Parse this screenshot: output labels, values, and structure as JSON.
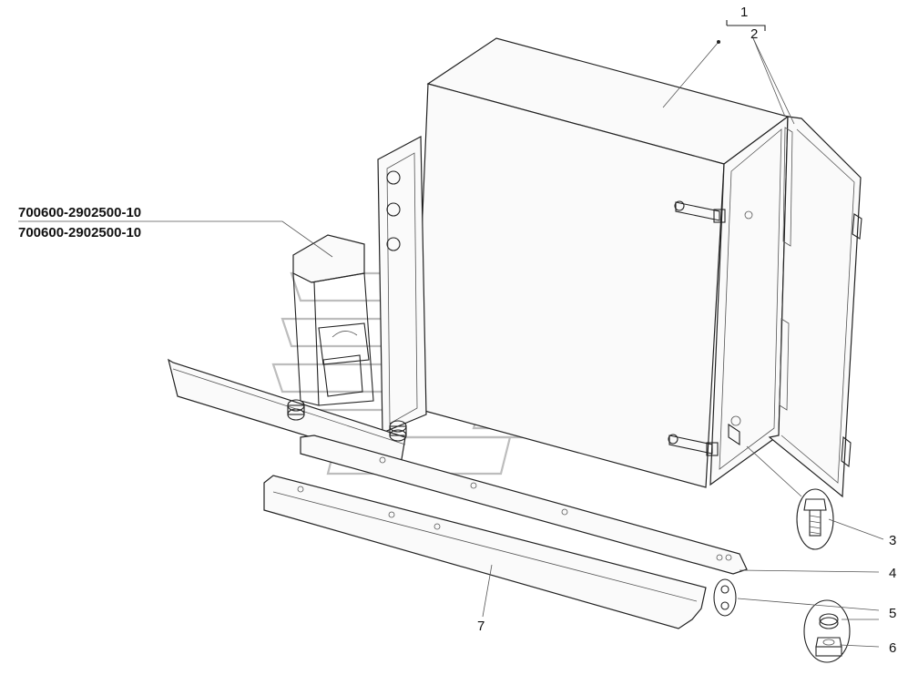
{
  "part_numbers": [
    "700600-2902500-10",
    "700600-2902500-10"
  ],
  "callouts": [
    "1",
    "2",
    "3",
    "4",
    "5",
    "6",
    "7"
  ]
}
